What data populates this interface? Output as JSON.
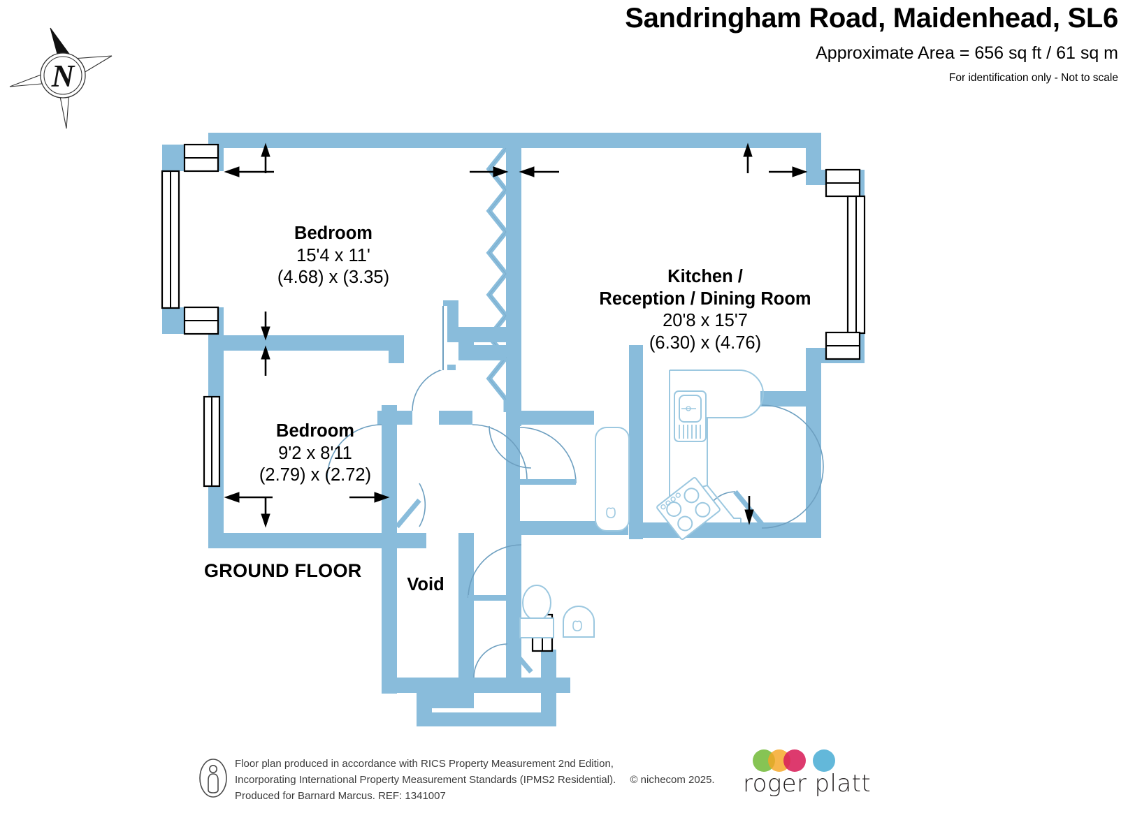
{
  "header": {
    "title": "Sandringham Road, Maidenhead, SL6",
    "area": "Approximate Area = 656 sq ft / 61 sq m",
    "disclaimer": "For identification only - Not to scale"
  },
  "compass": {
    "north_letter": "N"
  },
  "plan": {
    "floor_label": "GROUND FLOOR",
    "wall_color": "#89bcdb",
    "fixture_color": "#9cc8e0",
    "rooms": [
      {
        "id": "bedroom1",
        "name": "Bedroom",
        "dim_imperial": "15'4 x 11'",
        "dim_metric": "(4.68) x (3.35)"
      },
      {
        "id": "bedroom2",
        "name": "Bedroom",
        "dim_imperial": "9'2 x 8'11",
        "dim_metric": "(2.79) x (2.72)"
      },
      {
        "id": "kitchen",
        "name_line1": "Kitchen /",
        "name_line2": "Reception / Dining Room",
        "dim_imperial": "20'8 x 15'7",
        "dim_metric": "(6.30) x (4.76)"
      },
      {
        "id": "void",
        "name": "Void"
      }
    ]
  },
  "footer": {
    "line1": "Floor plan produced in accordance with RICS Property Measurement 2nd Edition,",
    "line2": "Incorporating International Property Measurement Standards (IPMS2 Residential).",
    "copyright": "© nichecom 2025.",
    "line3": "Produced for Barnard Marcus.   REF:  1341007"
  },
  "brand": {
    "name": "roger platt",
    "dot_colors": [
      "#7cbf45",
      "#f5a623",
      "#d81f5a",
      "#5bb4d8"
    ]
  }
}
